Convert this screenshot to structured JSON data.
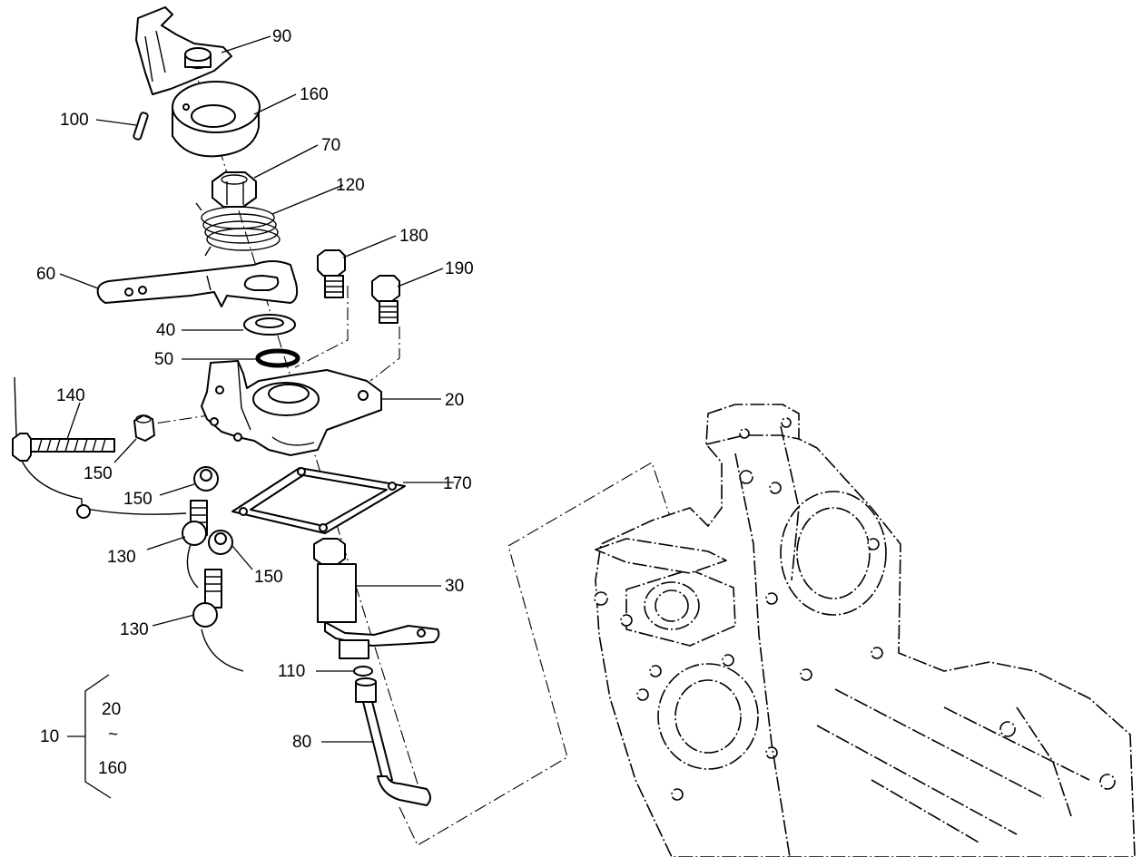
{
  "callouts": {
    "p90": "90",
    "p160": "160",
    "p100": "100",
    "p70": "70",
    "p120": "120",
    "p180": "180",
    "p190": "190",
    "p60": "60",
    "p40": "40",
    "p50": "50",
    "p140": "140",
    "p20": "20",
    "p150a": "150",
    "p150b": "150",
    "p170": "170",
    "p150c": "150",
    "p130a": "130",
    "p30": "30",
    "p130b": "130",
    "p110": "110",
    "p80": "80"
  },
  "assembly": {
    "number": "10",
    "range_start": "20",
    "range_separator": "~",
    "range_end": "160"
  }
}
